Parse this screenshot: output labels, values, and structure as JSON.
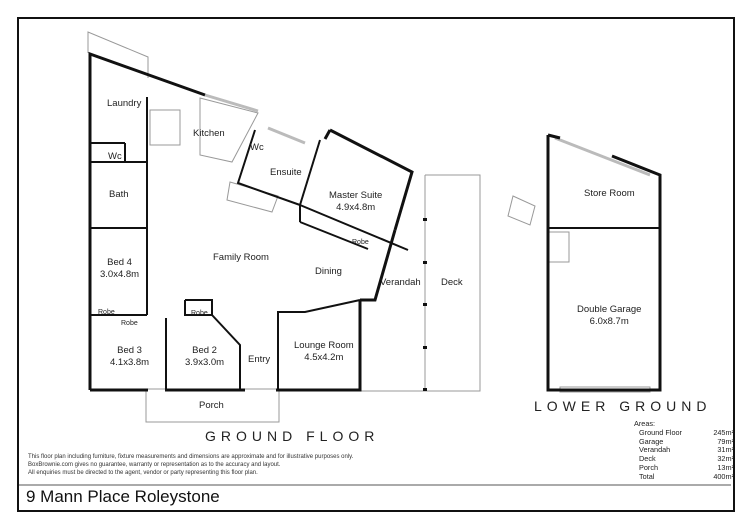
{
  "address": "9 Mann Place Roleystone",
  "headings": {
    "ground_floor": "GROUND FLOOR",
    "lower_ground": "LOWER GROUND"
  },
  "rooms": {
    "laundry": {
      "name": "Laundry"
    },
    "kitchen": {
      "name": "Kitchen"
    },
    "wc1": {
      "name": "Wc"
    },
    "wc2": {
      "name": "Wc"
    },
    "bath": {
      "name": "Bath"
    },
    "ensuite": {
      "name": "Ensuite"
    },
    "master": {
      "name": "Master Suite",
      "dims": "4.9x4.8m"
    },
    "master_robe": {
      "name": "Robe"
    },
    "family": {
      "name": "Family Room"
    },
    "dining": {
      "name": "Dining"
    },
    "bed4": {
      "name": "Bed 4",
      "dims": "3.0x4.8m"
    },
    "robe1": {
      "name": "Robe"
    },
    "robe2": {
      "name": "Robe"
    },
    "robe3": {
      "name": "Robe"
    },
    "bed3": {
      "name": "Bed 3",
      "dims": "4.1x3.8m"
    },
    "bed2": {
      "name": "Bed 2",
      "dims": "3.9x3.0m"
    },
    "entry": {
      "name": "Entry"
    },
    "lounge": {
      "name": "Lounge Room",
      "dims": "4.5x4.2m"
    },
    "verandah": {
      "name": "Verandah"
    },
    "deck": {
      "name": "Deck"
    },
    "porch": {
      "name": "Porch"
    },
    "store": {
      "name": "Store Room"
    },
    "garage": {
      "name": "Double Garage",
      "dims": "6.0x8.7m"
    }
  },
  "disclaimer": [
    "This floor plan including furniture, fixture measurements and dimensions are approximate and for illustrative purposes only.",
    "BoxBrownie.com gives no guarantee, warranty or representation as to the accuracy and layout.",
    "All enquiries must be directed to the agent, vendor or party representing this floor plan."
  ],
  "areas": {
    "title": "Areas:",
    "rows": [
      {
        "label": "Ground Floor",
        "value": "245m²"
      },
      {
        "label": "Garage",
        "value": "79m²"
      },
      {
        "label": "Verandah",
        "value": "31m²"
      },
      {
        "label": "Deck",
        "value": "32m²"
      },
      {
        "label": "Porch",
        "value": "13m²"
      },
      {
        "label": "Total",
        "value": "400m²"
      }
    ]
  }
}
